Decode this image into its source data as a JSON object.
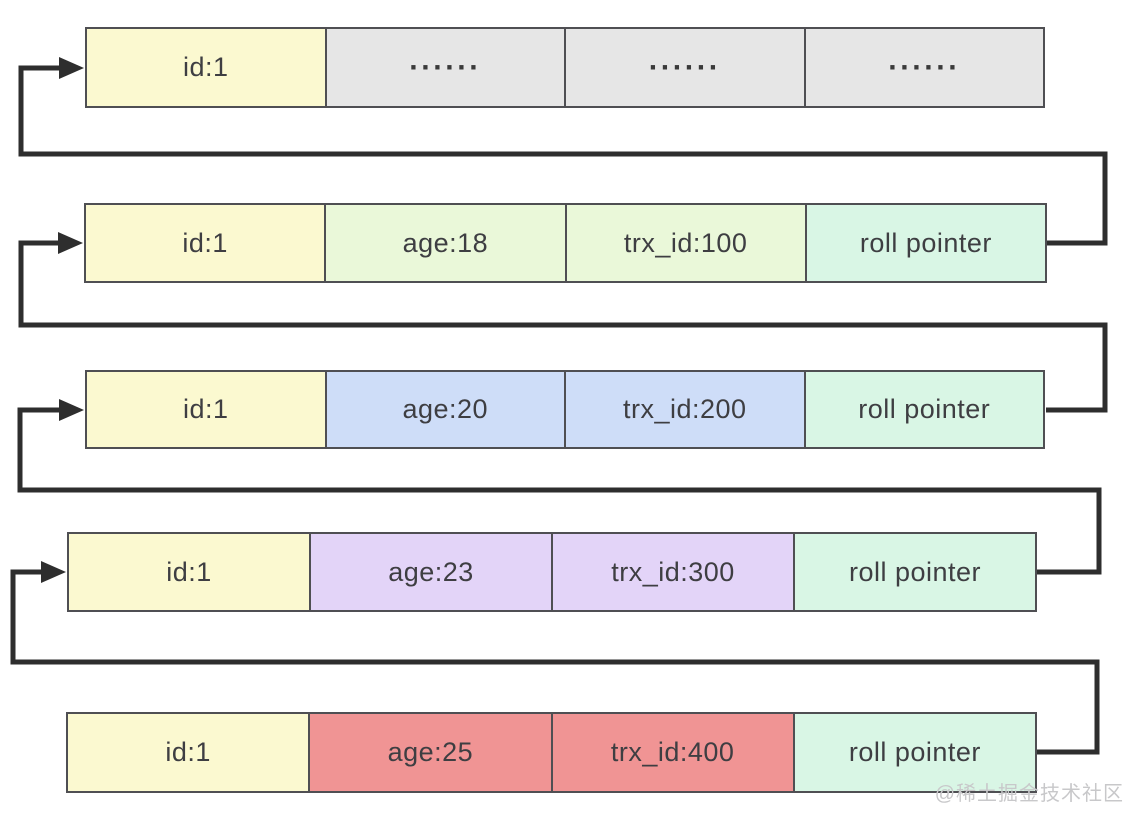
{
  "colors": {
    "line-color": "#2E2E2E",
    "border-color": "#4F4F53",
    "text-color": "#3E3E42",
    "watermark-color": "#C8C8CA",
    "yellow": "#FBF9D0",
    "gray": "#E6E6E6",
    "green": "#EAF8D9",
    "mint": "#D9F6E5",
    "blue": "#CEDDF8",
    "purple": "#E3D4F8",
    "red": "#F09494"
  },
  "rows": [
    {
      "cells": [
        {
          "label": "id:1",
          "bg": "#FBF9D0"
        },
        {
          "label": "······",
          "bg": "#E6E6E6"
        },
        {
          "label": "······",
          "bg": "#E6E6E6"
        },
        {
          "label": "······",
          "bg": "#E6E6E6"
        }
      ]
    },
    {
      "cells": [
        {
          "label": "id:1",
          "bg": "#FBF9D0"
        },
        {
          "label": "age:18",
          "bg": "#EAF8D9"
        },
        {
          "label": "trx_id:100",
          "bg": "#EAF8D9"
        },
        {
          "label": "roll pointer",
          "bg": "#D9F6E5"
        }
      ]
    },
    {
      "cells": [
        {
          "label": "id:1",
          "bg": "#FBF9D0"
        },
        {
          "label": "age:20",
          "bg": "#CEDDF8"
        },
        {
          "label": "trx_id:200",
          "bg": "#CEDDF8"
        },
        {
          "label": "roll pointer",
          "bg": "#D9F6E5"
        }
      ]
    },
    {
      "cells": [
        {
          "label": "id:1",
          "bg": "#FBF9D0"
        },
        {
          "label": "age:23",
          "bg": "#E3D4F8"
        },
        {
          "label": "trx_id:300",
          "bg": "#E3D4F8"
        },
        {
          "label": "roll pointer",
          "bg": "#D9F6E5"
        }
      ]
    },
    {
      "cells": [
        {
          "label": "id:1",
          "bg": "#FBF9D0"
        },
        {
          "label": "age:25",
          "bg": "#F09494"
        },
        {
          "label": "trx_id:400",
          "bg": "#F09494"
        },
        {
          "label": "roll pointer",
          "bg": "#D9F6E5"
        }
      ]
    }
  ],
  "watermark": {
    "text": "@稀土掘金技术社区"
  }
}
